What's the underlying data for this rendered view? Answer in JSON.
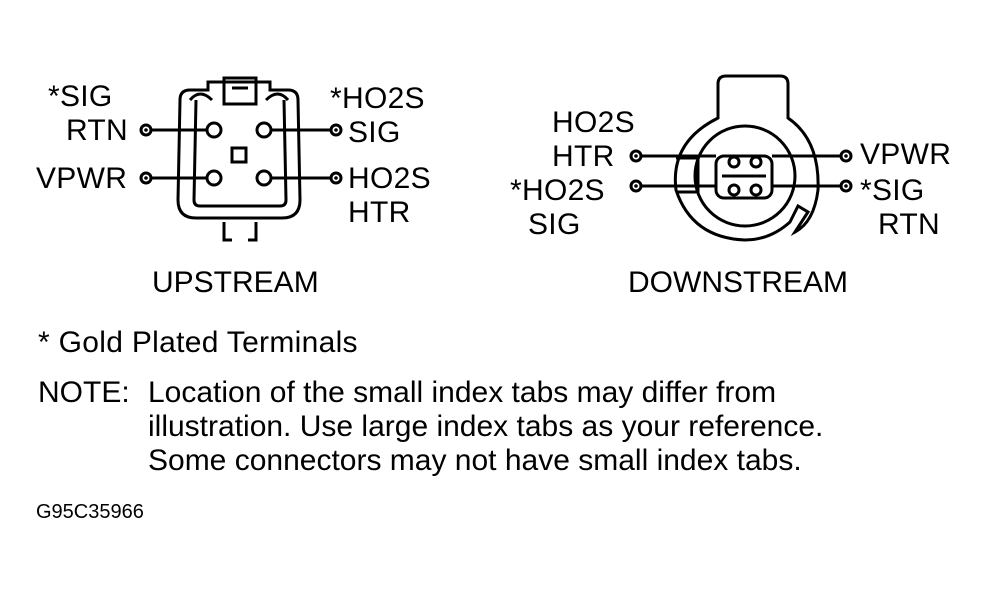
{
  "upstream": {
    "caption": "UPSTREAM",
    "labels": {
      "sig_rtn_line1": "*SIG",
      "sig_rtn_line2": "RTN",
      "vpwr": "VPWR",
      "ho2s_sig_line1": "*HO2S",
      "ho2s_sig_line2": "SIG",
      "ho2s_htr_line1": "HO2S",
      "ho2s_htr_line2": "HTR"
    }
  },
  "downstream": {
    "caption": "DOWNSTREAM",
    "labels": {
      "ho2s_htr_line1": "HO2S",
      "ho2s_htr_line2": "HTR",
      "ho2s_sig_line1": "*HO2S",
      "ho2s_sig_line2": "SIG",
      "vpwr": "VPWR",
      "sig_rtn_line1": "*SIG",
      "sig_rtn_line2": "RTN"
    }
  },
  "legend": {
    "gold_plated": "* Gold Plated Terminals"
  },
  "note": {
    "head": "NOTE:",
    "lines": [
      "Location of the small index tabs may differ from",
      "illustration. Use large index tabs as your reference.",
      "Some connectors may not have small index tabs."
    ]
  },
  "figure_id": "G95C35966"
}
